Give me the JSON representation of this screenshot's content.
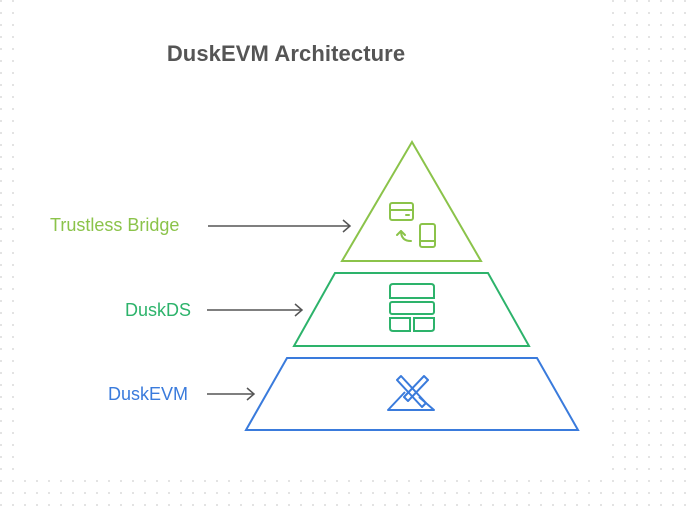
{
  "title": "DuskEVM Architecture",
  "layers": [
    {
      "name": "Trustless Bridge",
      "color": "#8bc34a",
      "icon": "card-to-phone-transfer-icon",
      "shape": "triangle"
    },
    {
      "name": "DuskDS",
      "color": "#2db36b",
      "icon": "storage-blocks-icon",
      "shape": "trapezoid"
    },
    {
      "name": "DuskEVM",
      "color": "#3a7bdc",
      "icon": "crossed-tools-mountain-icon",
      "shape": "trapezoid"
    }
  ],
  "arrow_color": "#555555",
  "title_color": "#555555"
}
